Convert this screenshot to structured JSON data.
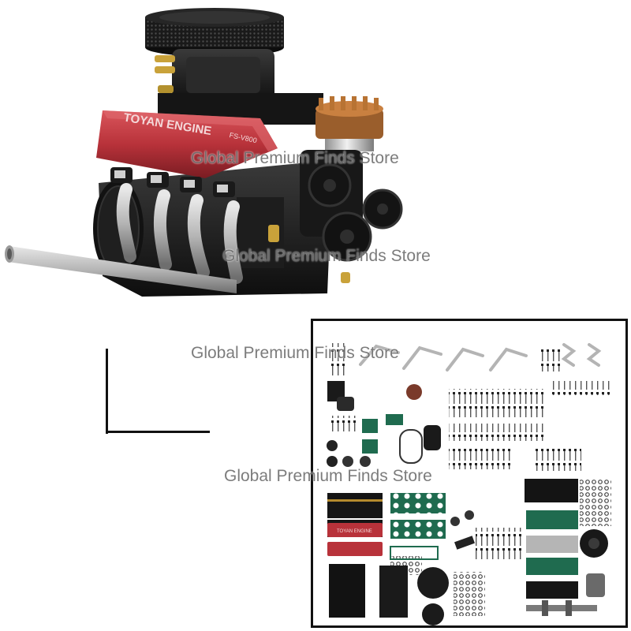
{
  "product": {
    "engine_label": "TOYAN ENGINE",
    "engine_badge": "FS-V800",
    "kit_label": "TOYAN ENGINE"
  },
  "watermarks": [
    "Global Premium Finds Store",
    "Global Premium Finds Store",
    "Global Premium Finds Store",
    "Global Premium Finds Store"
  ],
  "colors": {
    "valve_cover": "#b8323a",
    "engine_body": "#1c1c1c",
    "chrome": "#c9c9c9",
    "copper": "#b87333",
    "part_green": "#1f6b4f"
  }
}
